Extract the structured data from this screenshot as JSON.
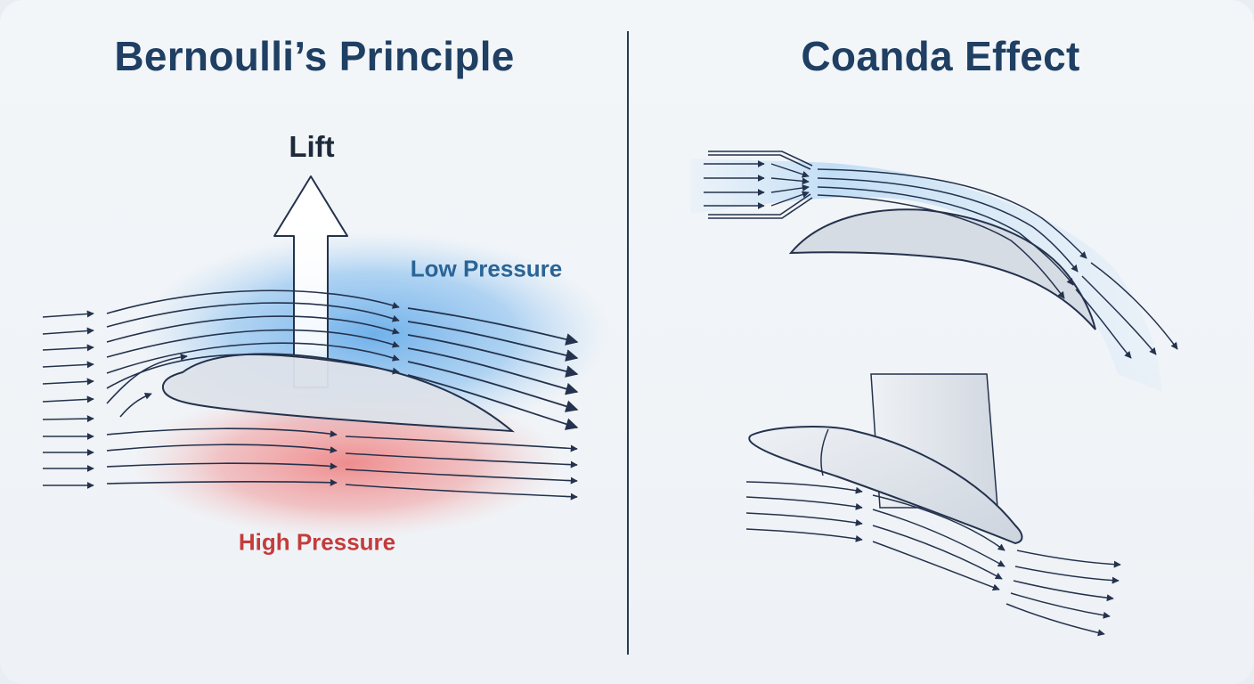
{
  "panels": {
    "left": {
      "title": "Bernoulli’s Principle",
      "lift_label": "Lift",
      "low_pressure_label": "Low Pressure",
      "high_pressure_label": "High Pressure"
    },
    "right": {
      "title": "Coanda Effect"
    }
  },
  "colors": {
    "title": "#1f3f63",
    "streamline": "#24324d",
    "low_pressure": "#2a6496",
    "high_pressure": "#c43c3c",
    "low_zone": "#5aa5e8",
    "high_zone": "#ee6a6a",
    "body_fill": "#d8dee6",
    "divider": "#2a3a52"
  }
}
